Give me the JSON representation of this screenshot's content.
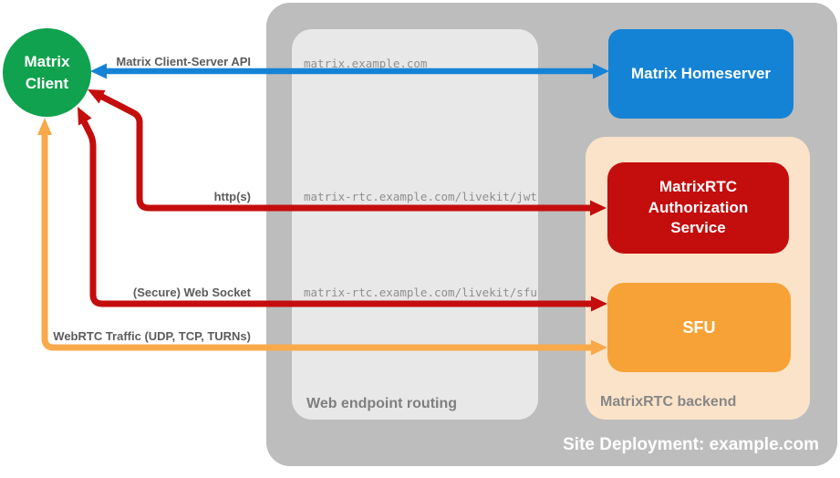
{
  "colors": {
    "container_bg": "#bdbdbd",
    "routing_bg": "#e8e8e8",
    "backend_bg": "#fbe3c9",
    "client_green": "#10a24e",
    "homeserver_blue": "#1583d5",
    "auth_red": "#c40d0d",
    "sfu_orange": "#f7a237",
    "arrow_blue": "#1583d5",
    "arrow_red": "#c40d0d",
    "arrow_orange": "#f9a94a",
    "edge_label_gray": "#5c5c5c",
    "mono_label_gray": "#8f8f8f",
    "routing_label_gray": "#7f7f7f",
    "backend_label_gray": "#878787",
    "deployment_label_white": "#ffffff"
  },
  "nodes": {
    "client": {
      "label": "Matrix Client"
    },
    "homeserver": {
      "label": "Matrix Homeserver"
    },
    "auth_service": {
      "label": "MatrixRTC Authorization Service"
    },
    "sfu": {
      "label": "SFU"
    }
  },
  "panels": {
    "routing": {
      "label": "Web endpoint routing"
    },
    "backend": {
      "label": "MatrixRTC backend"
    },
    "deployment": {
      "label": "Site Deployment: example.com"
    }
  },
  "edges": {
    "client_server_api": {
      "label": "Matrix Client-Server API",
      "route": "matrix.example.com"
    },
    "https": {
      "label": "http(s)",
      "route": "matrix-rtc.example.com/livekit/jwt"
    },
    "websocket": {
      "label": "(Secure) Web Socket",
      "route": "matrix-rtc.example.com/livekit/sfu"
    },
    "webrtc": {
      "label": "WebRTC Traffic (UDP, TCP, TURNs)"
    }
  }
}
